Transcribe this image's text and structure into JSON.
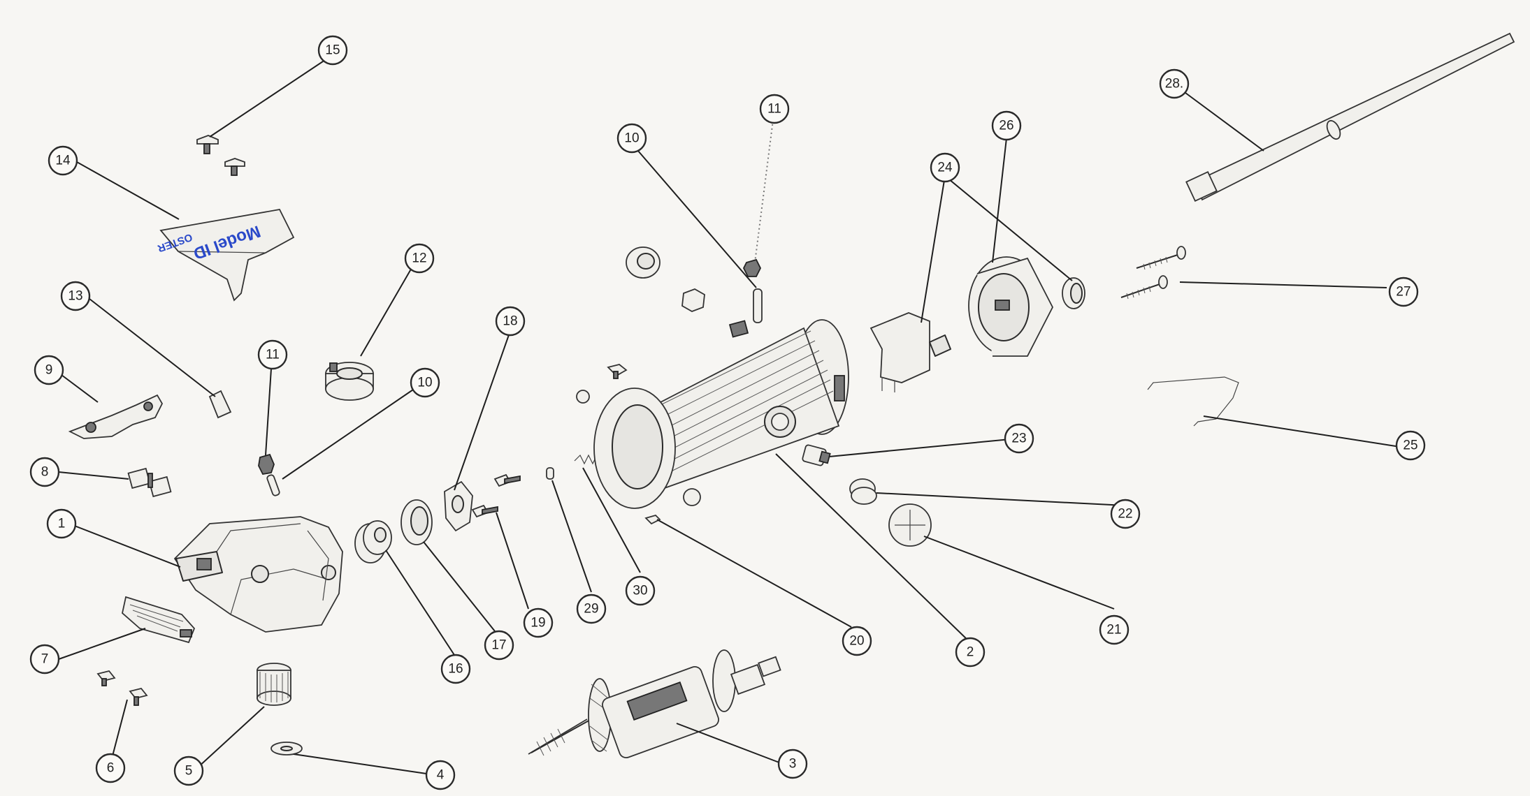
{
  "diagram": {
    "callouts": [
      {
        "id": "c15",
        "label": "15"
      },
      {
        "id": "c14",
        "label": "14"
      },
      {
        "id": "c13",
        "label": "13"
      },
      {
        "id": "c12",
        "label": "12"
      },
      {
        "id": "c11a",
        "label": "11"
      },
      {
        "id": "c11b",
        "label": "11"
      },
      {
        "id": "c10a",
        "label": "10"
      },
      {
        "id": "c10b",
        "label": "10"
      },
      {
        "id": "c9",
        "label": "9"
      },
      {
        "id": "c8",
        "label": "8"
      },
      {
        "id": "c1",
        "label": "1"
      },
      {
        "id": "c7",
        "label": "7"
      },
      {
        "id": "c6",
        "label": "6"
      },
      {
        "id": "c5",
        "label": "5"
      },
      {
        "id": "c4",
        "label": "4"
      },
      {
        "id": "c3",
        "label": "3"
      },
      {
        "id": "c16",
        "label": "16"
      },
      {
        "id": "c17",
        "label": "17"
      },
      {
        "id": "c18",
        "label": "18"
      },
      {
        "id": "c19",
        "label": "19"
      },
      {
        "id": "c29",
        "label": "29"
      },
      {
        "id": "c30",
        "label": "30"
      },
      {
        "id": "c20",
        "label": "20"
      },
      {
        "id": "c2",
        "label": "2"
      },
      {
        "id": "c21",
        "label": "21"
      },
      {
        "id": "c22",
        "label": "22"
      },
      {
        "id": "c23",
        "label": "23"
      },
      {
        "id": "c24",
        "label": "24"
      },
      {
        "id": "c26",
        "label": "26"
      },
      {
        "id": "c27",
        "label": "27"
      },
      {
        "id": "c28",
        "label": "28."
      },
      {
        "id": "c25",
        "label": "25"
      }
    ],
    "plate": {
      "brand": "OSTER",
      "model": "Model ID"
    },
    "colors": {
      "paper": "#f7f6f3",
      "ink": "#222222",
      "label_ink": "#2a49c9"
    }
  }
}
